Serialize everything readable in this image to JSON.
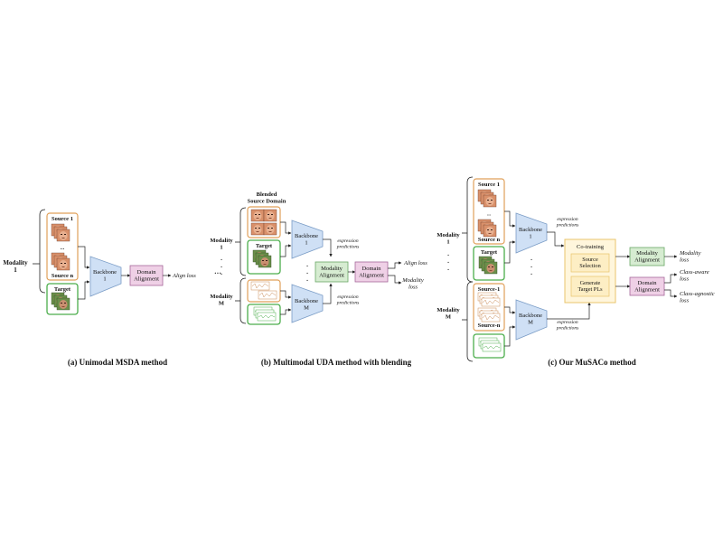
{
  "colors": {
    "source_border": "#e0a05a",
    "target_border": "#4cae4c",
    "backbone_fill": "#cfe0f5",
    "backbone_stroke": "#7a9cc6",
    "domain_fill": "#efd0e6",
    "domain_stroke": "#a5689a",
    "modality_fill": "#d6ecd1",
    "modality_stroke": "#6aa865",
    "cotrain_fill": "#fff6dc",
    "cotrain_stroke": "#e8c46c",
    "face_skin": "#d9906a",
    "face_dark": "#8a4b34",
    "target_face": "#6b8f4a"
  },
  "panel_a": {
    "modality_label": "Modality\n1",
    "source_first": "Source 1",
    "source_last": "Source n",
    "ellipsis": "··",
    "target": "Target",
    "backbone": "Backbone\n1",
    "domain_alignment": "Domain\nAlignment",
    "align_loss": "Align loss",
    "caption": "(a) Unimodal MSDA method",
    "dots": "···"
  },
  "panel_b": {
    "blended_title": "Blended\nSource Domain",
    "modality_1": "Modality\n1",
    "modality_m": "Modality\nM",
    "target_1": "Target",
    "backbone_1": "Backbone\n1",
    "backbone_m": "Backbone\nM",
    "expr_pred_top": "expression\npredictions",
    "expr_pred_bottom": "expression\npredictions",
    "modality_alignment": "Modality\nAlignment",
    "domain_alignment": "Domain\nAlignment",
    "align_loss": "Align loss",
    "modality_loss": "Modality\nloss",
    "caption": "(b) Multimodal UDA method with blending",
    "vdots": "·\n·\n·"
  },
  "panel_c": {
    "modality_1": "Modality\n1",
    "modality_m": "Modality\nM",
    "source_1": "Source 1",
    "source_n": "Source n",
    "target_1": "Target",
    "source_minus_1": "Source-1",
    "source_minus_n": "Source-n",
    "backbone_1": "Backbone\n1",
    "backbone_m": "Backbone\nM",
    "expr_pred_top": "expression\npredictions",
    "expr_pred_bottom": "expression\npredictions",
    "co_training": "Co-training",
    "source_selection": "Source\nSelection",
    "generate_target_pls": "Generate\nTarget PLs",
    "modality_alignment": "Modality\nAlignment",
    "domain_alignment": "Domain\nAlignment",
    "modality_loss": "Modality\nloss",
    "class_aware_loss": "Class-aware\nloss",
    "class_agnostic_loss": "Class-agnostic\nloss",
    "caption": "(c) Our MuSACo method",
    "vdots": "·\n·\n·"
  }
}
